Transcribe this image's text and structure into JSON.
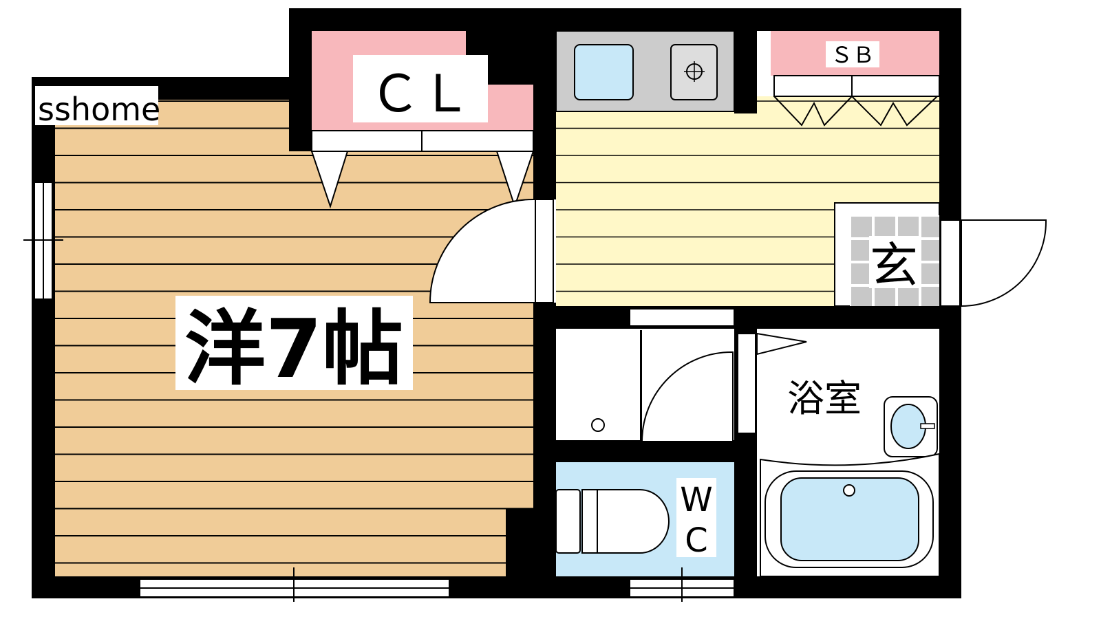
{
  "watermark": "sshome",
  "rooms": {
    "western_room": "洋7帖",
    "closet": "ＣＬ",
    "shoe_box": "ＳＢ",
    "entrance": "玄",
    "bathroom": "浴室",
    "toilet_line1": "W",
    "toilet_line2": "C"
  },
  "colors": {
    "wall": "#000000",
    "western_floor": "#f0cc98",
    "kitchen_floor": "#fff8c8",
    "closet": "#f8b8bc",
    "water": "#c8e8f8",
    "kitchen_counter": "#cccccc",
    "genkan_tile": "#c8c8c8"
  }
}
